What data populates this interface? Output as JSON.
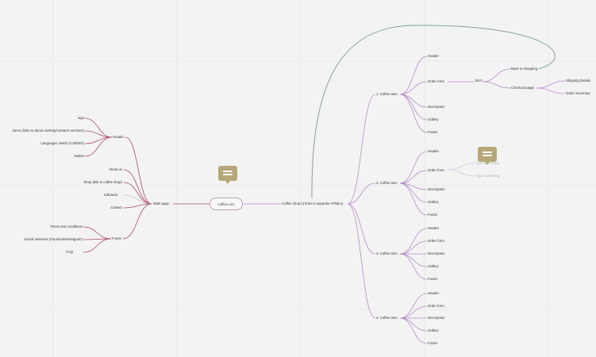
{
  "root": {
    "label": "coffee.com"
  },
  "colors": {
    "left": "#a84a68",
    "right": "#b58cc6",
    "loop": "#7a9a8a",
    "grid": "#e4e4e4",
    "comment": "#b5a878"
  },
  "icons": [
    "comment-icon",
    "comment-icon"
  ],
  "main_page": {
    "label": "Main page",
    "header": {
      "label": "Header",
      "items": [
        "logo",
        "menu (links to about us/shop/contacts sections)",
        "Languages switch (CZ/ENG)",
        "basket"
      ]
    },
    "sections": [
      "About us",
      "Shop (link to coffee shop)",
      "Cafeteria",
      "Contact"
    ],
    "footer": {
      "label": "Footer",
      "items": [
        "Terms and conditions",
        "Social networks (Facebook/Instagram)",
        "FAQ"
      ]
    }
  },
  "shop": {
    "label": "Coffee shop (4 links to separate HTMLs)",
    "items": [
      {
        "label": "1. Coffee item",
        "children": [
          "Header",
          "Order form",
          "Description",
          "Gallery",
          "Footer"
        ]
      },
      {
        "label": "2. Coffee item",
        "children": [
          "Header",
          "Order form",
          "Description",
          "Gallery",
          "Footer"
        ]
      },
      {
        "label": "3. Coffee item",
        "children": [
          "Header",
          "Order form",
          "Description",
          "Gallery",
          "Footer"
        ]
      },
      {
        "label": "4. Coffee item",
        "children": [
          "Header",
          "Order form",
          "Description",
          "Gallery",
          "Footer"
        ]
      }
    ],
    "buy": {
      "label": "BUY",
      "children": [
        "Back to shopping",
        "Checkout page"
      ],
      "checkout_children": [
        "Shipping Details",
        "Order Summary"
      ]
    },
    "placeholders": [
      "Type something",
      "Type something"
    ]
  }
}
